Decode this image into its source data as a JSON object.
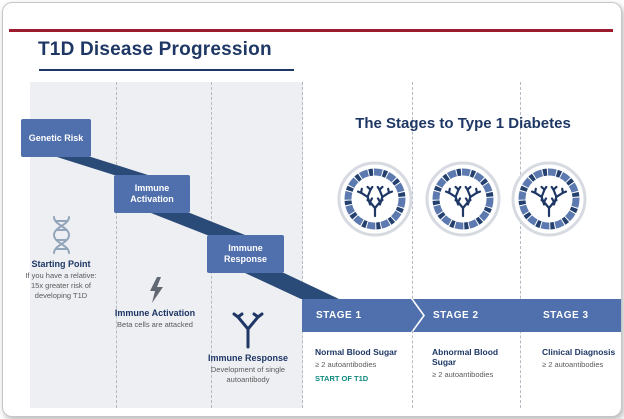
{
  "slide": {
    "title": "T1D Disease Progression"
  },
  "cascade": {
    "steps": [
      {
        "label": "Genetic Risk"
      },
      {
        "label": "Immune Activation"
      },
      {
        "label": "Immune Response"
      }
    ]
  },
  "columns": [
    {
      "icon": "dna-icon",
      "heading": "Starting Point",
      "body": "If you have a relative: 15x greater risk of developing T1D"
    },
    {
      "icon": "lightning-icon",
      "heading": "Immune Activation",
      "body": "Beta cells are attacked"
    },
    {
      "icon": "antibody-icon",
      "heading": "Immune Response",
      "body": "Development of single autoantibody"
    }
  ],
  "stages_panel": {
    "heading": "The Stages to Type 1 Diabetes",
    "circle_icon": "antibody-cluster-icon",
    "stages": [
      {
        "banner": "STAGE 1",
        "heading": "Normal Blood Sugar",
        "body": "≥ 2 autoantibodies",
        "note": "START OF T1D"
      },
      {
        "banner": "STAGE 2",
        "heading": "Abnormal Blood Sugar",
        "body": "≥ 2 autoantibodies",
        "note": ""
      },
      {
        "banner": "STAGE 3",
        "heading": "Clinical Diagnosis",
        "body": "≥ 2 autoantibodies",
        "note": ""
      }
    ]
  },
  "colors": {
    "accent_red": "#9c1b2c",
    "navy": "#1e3765",
    "ribbon_blue": "#4f6fad",
    "ribbon_fold": "#2a4a78",
    "teal_note": "#0f8a80",
    "body_gray": "#5a5a5a",
    "panel_gray": "#edeff2"
  }
}
